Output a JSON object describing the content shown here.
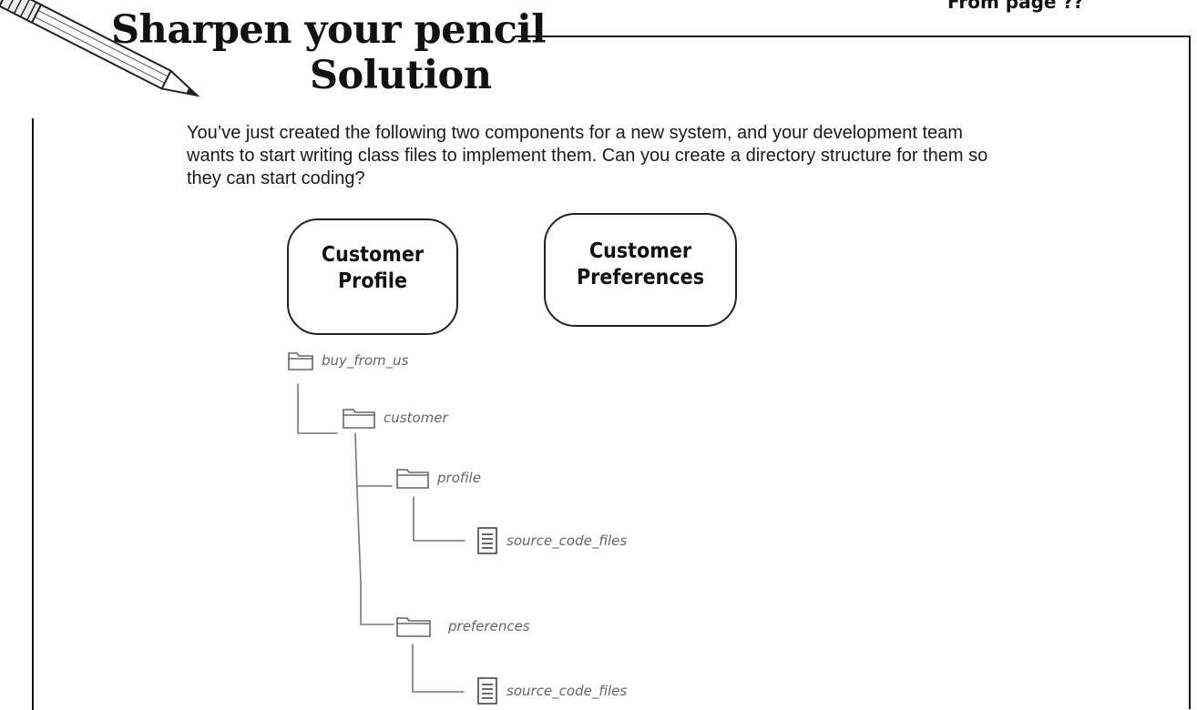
{
  "header": {
    "corner_text": "From page ??",
    "title_line1": "Sharpen your pencil",
    "title_line2": "Solution"
  },
  "prompt": {
    "text": "You’ve just created the following two components for a new system, and your development team wants to start writing class files to implement them. Can you create a directory structure for them so they can start coding?"
  },
  "components": [
    {
      "label": "Customer\nProfile"
    },
    {
      "label": "Customer\nPreferences"
    }
  ],
  "tree": {
    "root": {
      "label": "buy_from_us",
      "icon": "folder-icon"
    },
    "customer": {
      "label": "customer",
      "icon": "folder-icon"
    },
    "profile": {
      "label": "profile",
      "icon": "folder-icon"
    },
    "profile_files": {
      "label": "source_code_files",
      "icon": "file-icon"
    },
    "preferences": {
      "label": "preferences",
      "icon": "folder-icon"
    },
    "preferences_files": {
      "label": "source_code_files",
      "icon": "file-icon"
    }
  },
  "colors": {
    "ink": "#111111",
    "tree_ink": "#777777"
  }
}
